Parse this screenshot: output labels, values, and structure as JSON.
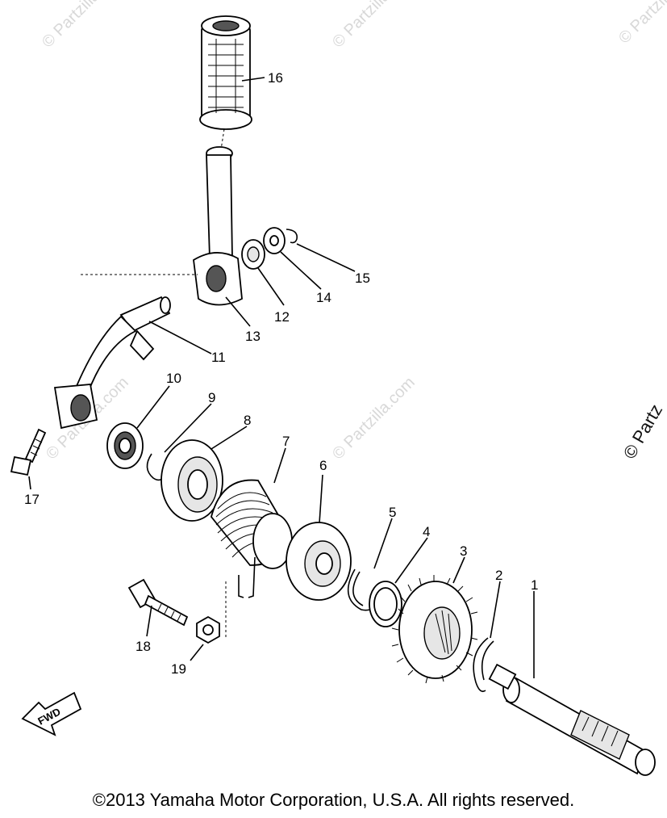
{
  "diagram": {
    "copyright": "©2013 Yamaha Motor Corporation, U.S.A. All rights reserved.",
    "watermark": "© Partzilla.com",
    "side_mark": "© Partz",
    "fwd_label": "FWD",
    "callouts": [
      {
        "id": "c1",
        "label": "1"
      },
      {
        "id": "c2",
        "label": "2"
      },
      {
        "id": "c3",
        "label": "3"
      },
      {
        "id": "c4",
        "label": "4"
      },
      {
        "id": "c5",
        "label": "5"
      },
      {
        "id": "c6",
        "label": "6"
      },
      {
        "id": "c7",
        "label": "7"
      },
      {
        "id": "c8",
        "label": "8"
      },
      {
        "id": "c9",
        "label": "9"
      },
      {
        "id": "c10",
        "label": "10"
      },
      {
        "id": "c11",
        "label": "11"
      },
      {
        "id": "c12",
        "label": "12"
      },
      {
        "id": "c13",
        "label": "13"
      },
      {
        "id": "c14",
        "label": "14"
      },
      {
        "id": "c15",
        "label": "15"
      },
      {
        "id": "c16",
        "label": "16"
      },
      {
        "id": "c17",
        "label": "17"
      },
      {
        "id": "c18",
        "label": "18"
      },
      {
        "id": "c19",
        "label": "19"
      }
    ]
  }
}
